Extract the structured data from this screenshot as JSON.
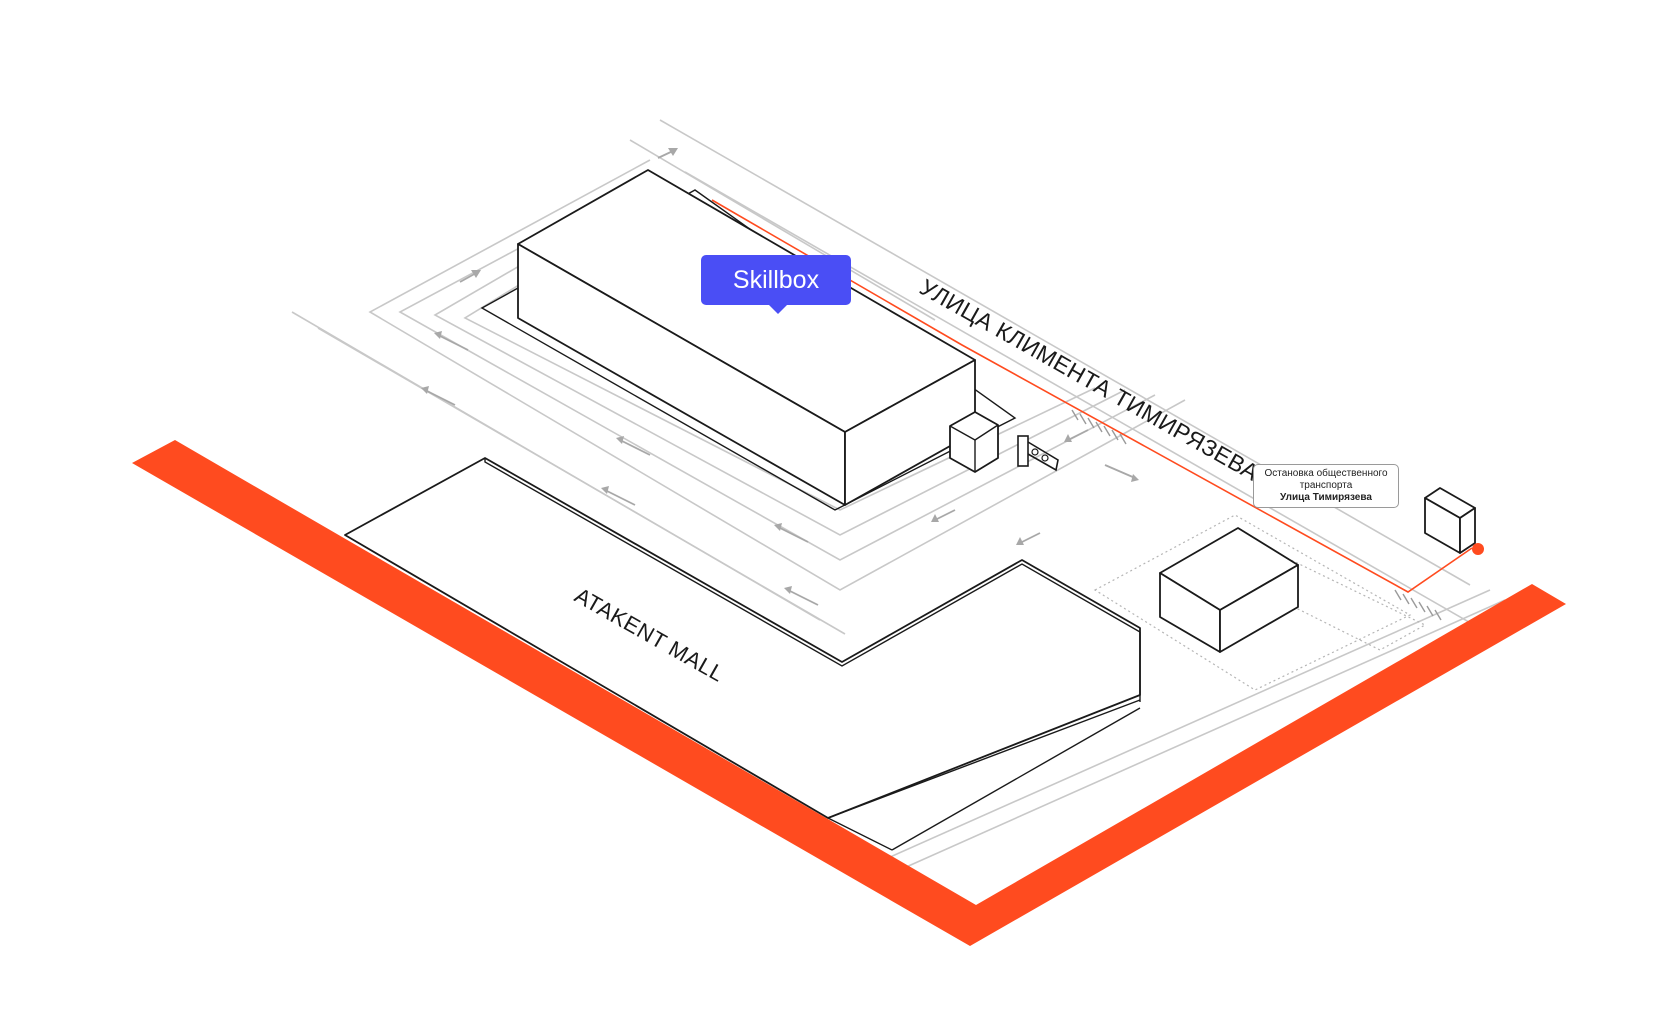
{
  "map": {
    "place_marker": {
      "label": "Skillbox",
      "color": "#4a4ef5"
    },
    "street_label": "УЛИЦА КЛИМЕНТА ТИМИРЯЗЕВА",
    "mall_label": "ATAKENT MALL",
    "bus_stop": {
      "line1": "Остановка общественного",
      "line2": "транспорта",
      "line3": "Улица Тимирязева"
    },
    "colors": {
      "accent": "#ff4b1f",
      "route": "#ff4b1f",
      "roads": "#c8c8c8",
      "buildings": "#1a1a1a",
      "marker": "#4a4ef5"
    },
    "icons": [
      "parking-sign-icon",
      "bus-stop-pin-icon",
      "direction-arrow-icon"
    ]
  }
}
